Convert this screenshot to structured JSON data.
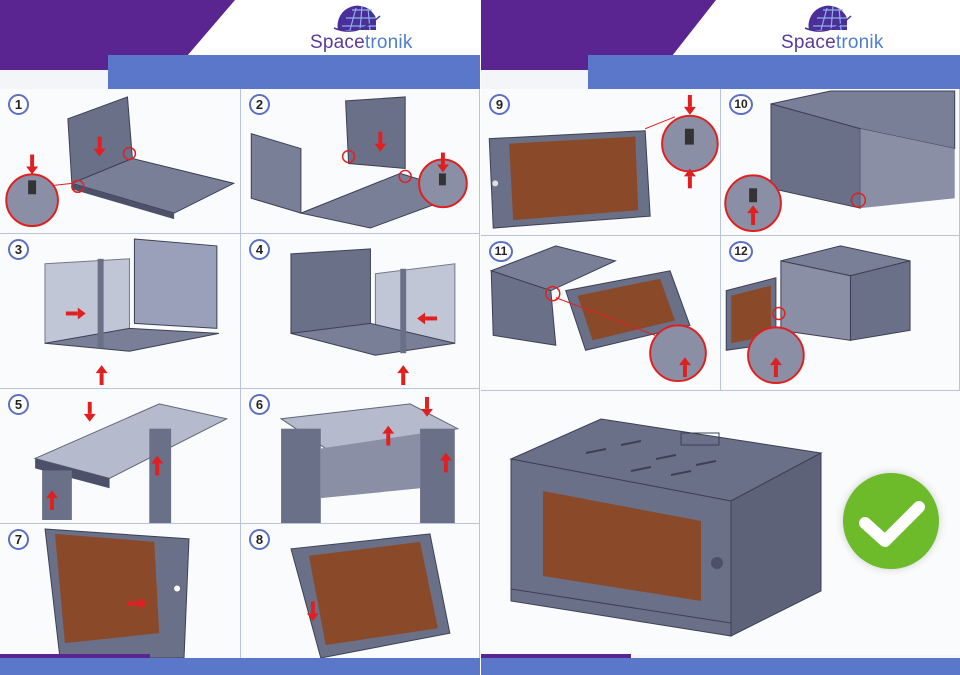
{
  "logo": {
    "brand_part1": "Space",
    "brand_part2": "tronik"
  },
  "colors": {
    "purple": "#5a2590",
    "blue_bar": "#5b77c9",
    "cabinet_gray": "#6b7089",
    "glass": "#8a4a2a",
    "arrow_red": "#e02020",
    "check_green": "#6dbb2a"
  },
  "steps": [
    {
      "number": "1"
    },
    {
      "number": "2"
    },
    {
      "number": "3"
    },
    {
      "number": "4"
    },
    {
      "number": "5"
    },
    {
      "number": "6"
    },
    {
      "number": "7"
    },
    {
      "number": "8"
    },
    {
      "number": "9"
    },
    {
      "number": "10"
    },
    {
      "number": "11"
    },
    {
      "number": "12"
    }
  ],
  "final": {
    "icon": "check-icon"
  }
}
